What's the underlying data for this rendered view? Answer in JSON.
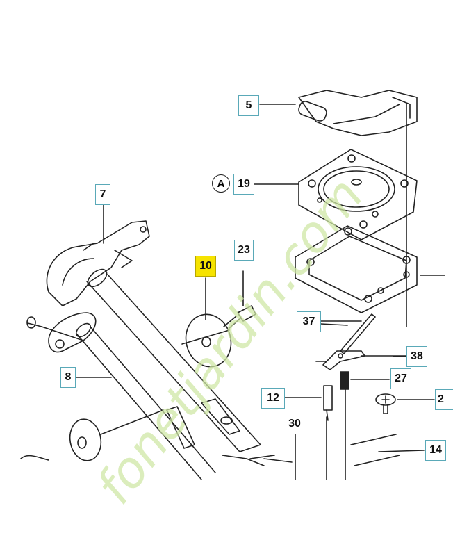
{
  "callouts": {
    "c5": "5",
    "c19": "19",
    "cA": "A",
    "c7": "7",
    "c23": "23",
    "c10": "10",
    "c37": "37",
    "c38": "38",
    "c27": "27",
    "c8": "8",
    "c12": "12",
    "c2x": "2",
    "c30": "30",
    "c14": "14"
  },
  "watermark": "fonetjardin.com",
  "colors": {
    "line": "#222222",
    "callout_border": "#5aa9b8",
    "highlight": "#f6e300",
    "watermark_green": "#cfe7a6",
    "watermark_orange": "#f2b25a",
    "watermark_gray": "#c8c2b6"
  }
}
